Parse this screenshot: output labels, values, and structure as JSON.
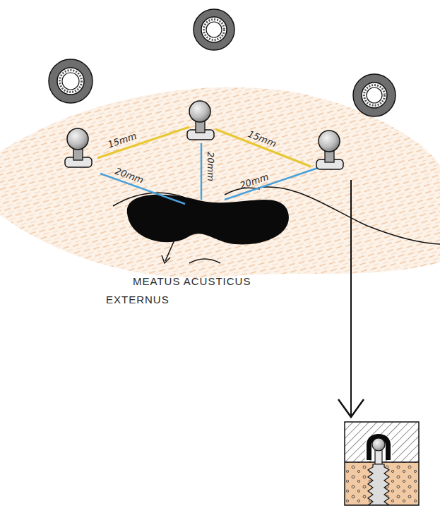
{
  "diagram": {
    "labels": [
      "15mm",
      "15mm",
      "20mm",
      "20mm",
      "20mm",
      "MEATUS ACUSTICUS EXTERNUS"
    ]
  }
}
